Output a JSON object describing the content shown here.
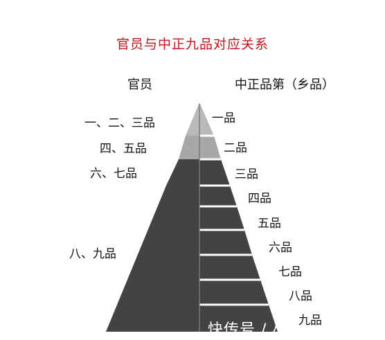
{
  "title": "官员与中正九品对应关系",
  "left_header": "官员",
  "right_header": "中正品第（乡品）",
  "official_groups": [
    {
      "label": "一、二、三品",
      "color": "#b9b9b9"
    },
    {
      "label": "四、五品",
      "color": "#a7a7a7"
    },
    {
      "label": "六、七品",
      "color": "#434343"
    },
    {
      "label": "八、九品",
      "color": "#434343"
    }
  ],
  "zhongzheng_grades": [
    "一品",
    "二品",
    "三品",
    "四品",
    "五品",
    "六品",
    "七品",
    "八品",
    "九品"
  ],
  "watermark": "快传号 / 小"
}
